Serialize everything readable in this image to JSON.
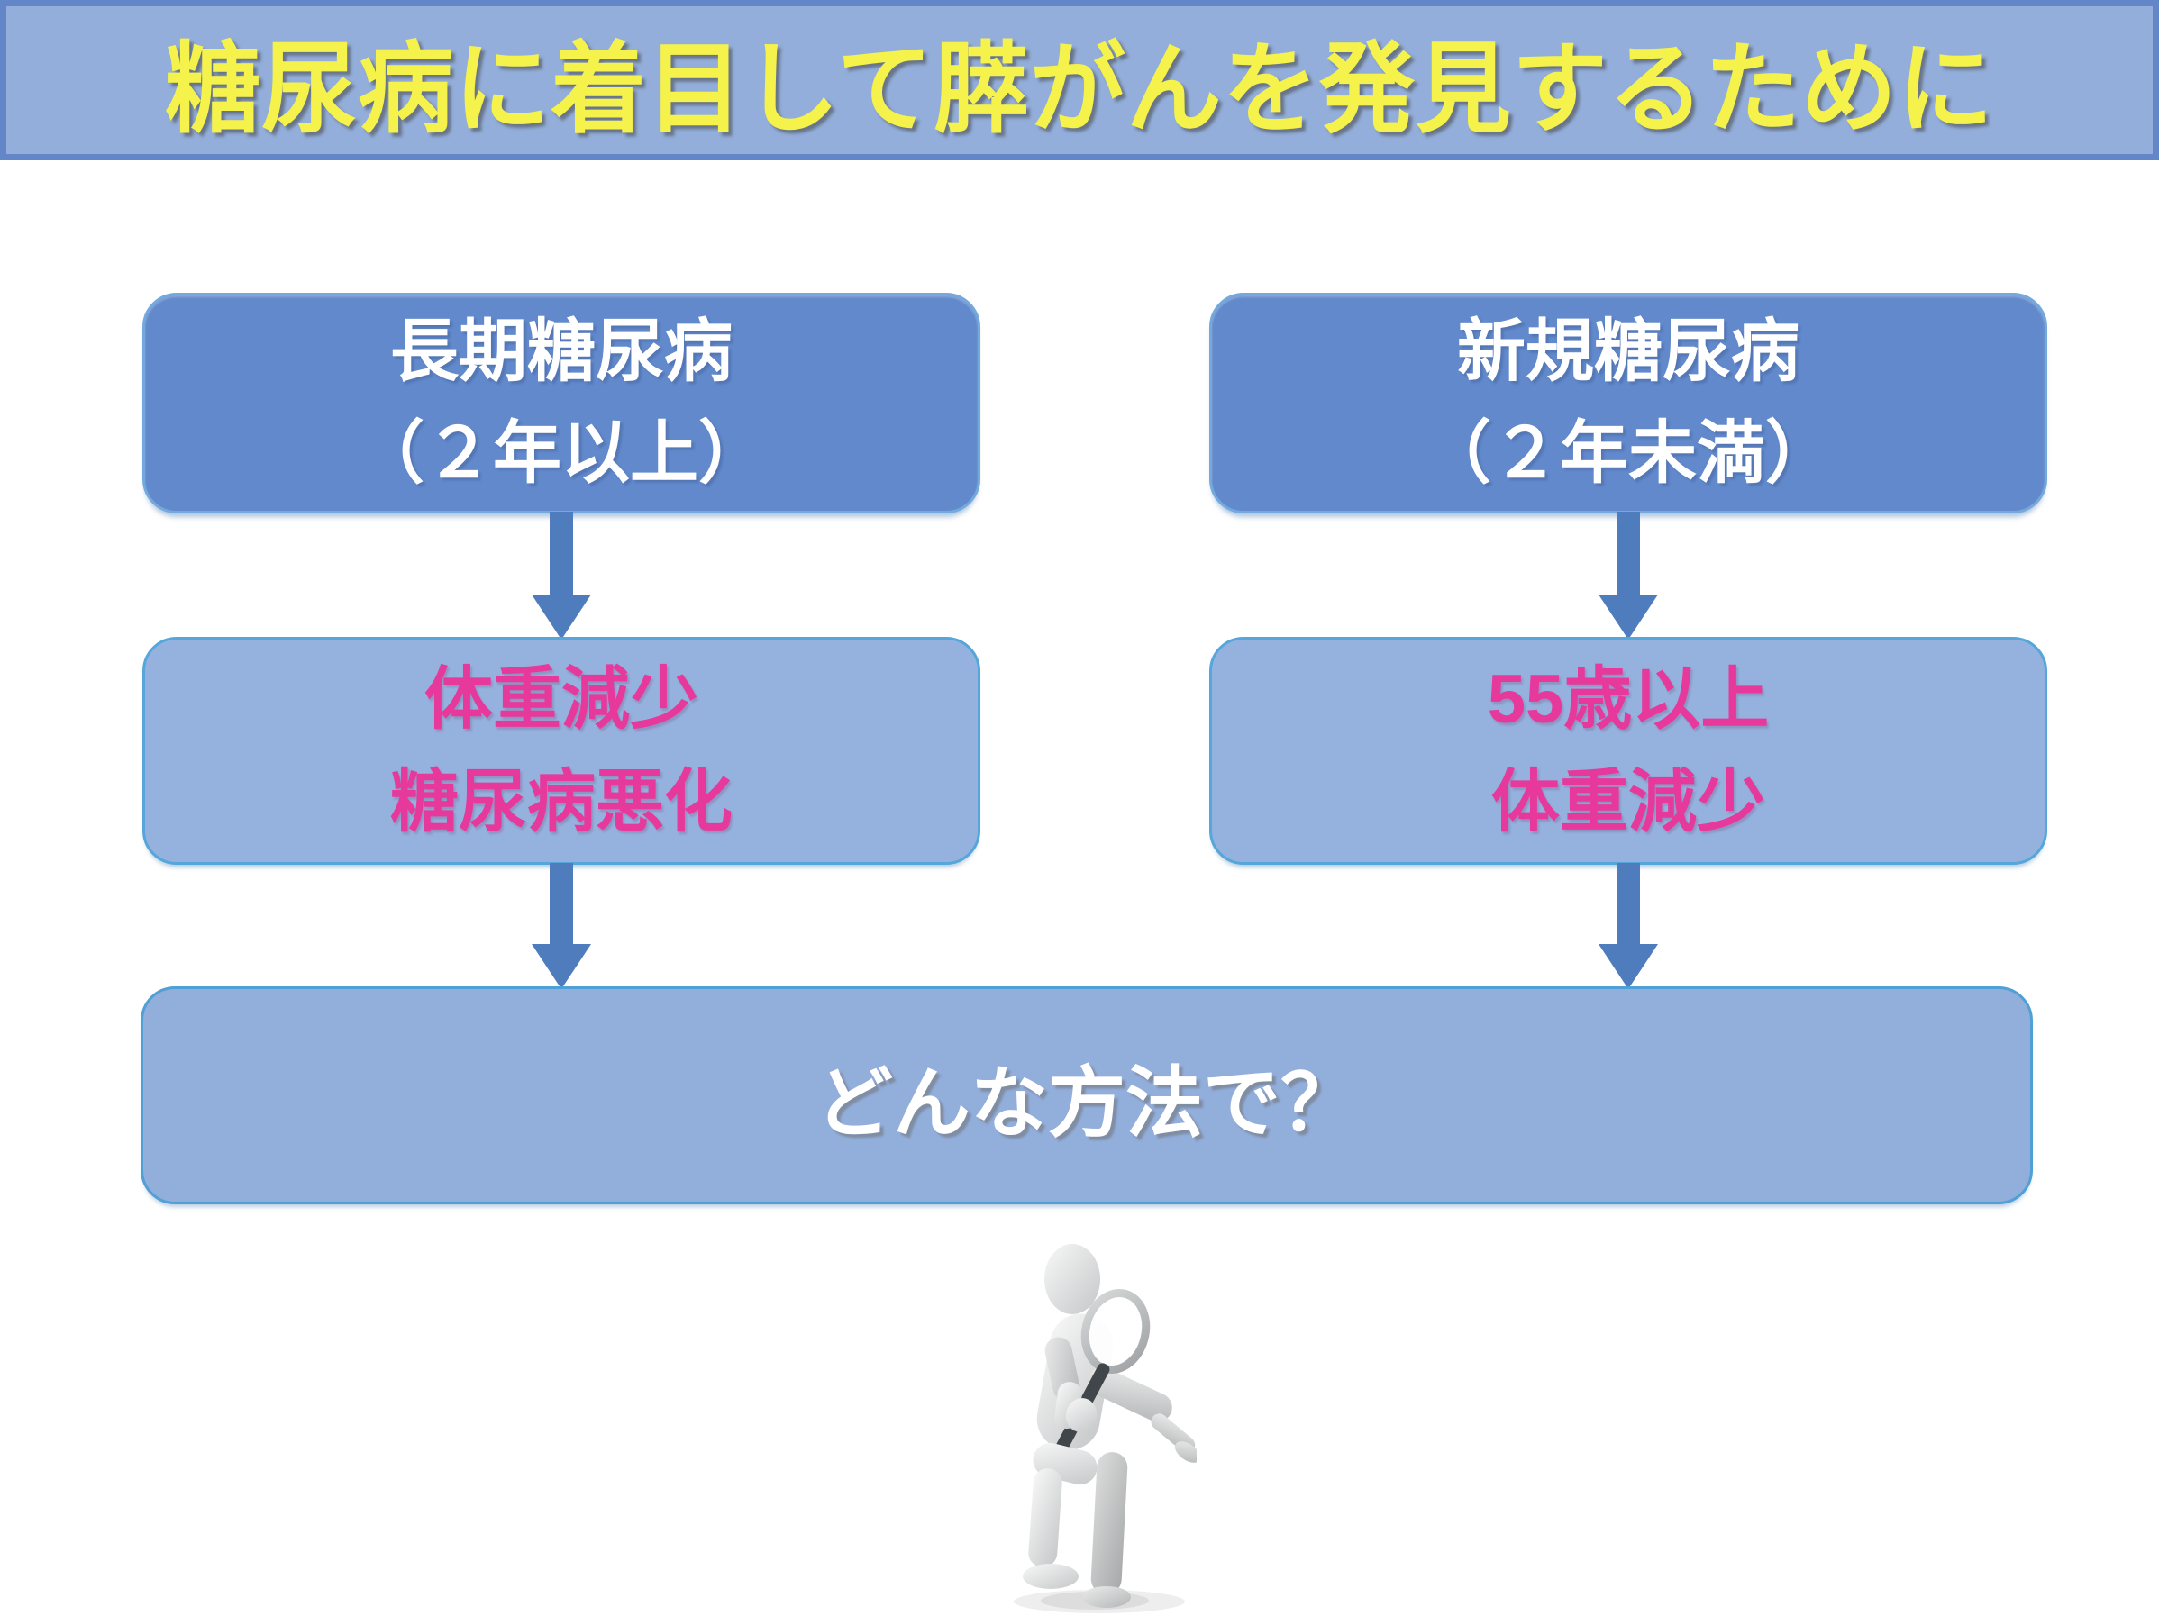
{
  "title": {
    "text": "糖尿病に着目して膵がんを発見するために"
  },
  "flow": {
    "left": {
      "top": {
        "line1": "長期糖尿病",
        "line2": "（２年以上）"
      },
      "mid": {
        "line1": "体重減少",
        "line2": "糖尿病悪化"
      }
    },
    "right": {
      "top": {
        "line1": "新規糖尿病",
        "line2": "（２年未満）"
      },
      "mid": {
        "line1": "55歳以上",
        "line2": "体重減少"
      }
    },
    "bottom": {
      "text": "どんな方法で？"
    }
  },
  "figure": {
    "name": "person-with-magnifying-glass"
  },
  "colors": {
    "title_fill": "#93AEDA",
    "title_border": "#6286C8",
    "title_text": "#F5F24B",
    "box_dark_fill": "#6189CB",
    "box_dark_border": "#74A9DE",
    "box_light_fill": "#95B2DE",
    "box_light_border": "#55A6DB",
    "wide_fill": "#92AEDB",
    "wide_border": "#4FA0D6",
    "pink": "#E6399B",
    "arrow": "#4F7CBD",
    "white": "#FFFFFF"
  }
}
